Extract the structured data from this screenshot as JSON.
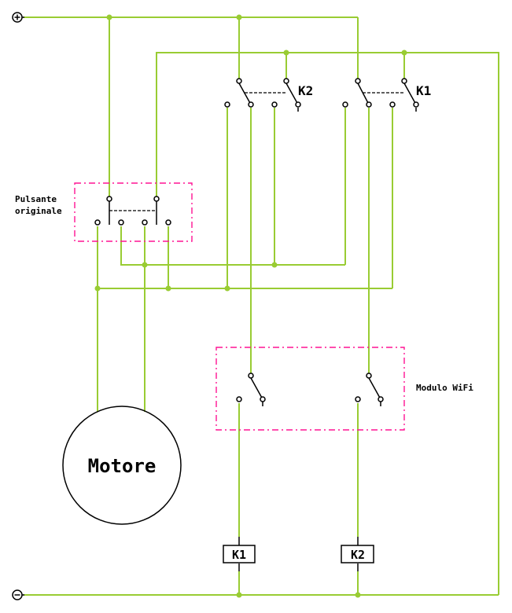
{
  "diagram": {
    "title": "Schema motore con modulo WiFi",
    "terminals": {
      "positive_symbol": "+",
      "negative_symbol": "−"
    },
    "colors": {
      "wire": "#99cc33",
      "group_box": "#ff1493",
      "component": "#000000"
    },
    "labels": {
      "pulsante_line1": "Pulsante",
      "pulsante_line2": "originale",
      "modulo_wifi": "Modulo WiFi",
      "motore": "Motore",
      "relay_contact_k2": "K2",
      "relay_contact_k1": "K1",
      "coil_k1": "K1",
      "coil_k2": "K2"
    },
    "components": [
      {
        "id": "pulsante-originale",
        "type": "double-pole switch",
        "label": "Pulsante originale"
      },
      {
        "id": "relay-contacts-k2",
        "type": "double-pole changeover contacts",
        "label": "K2"
      },
      {
        "id": "relay-contacts-k1",
        "type": "double-pole changeover contacts",
        "label": "K1"
      },
      {
        "id": "modulo-wifi",
        "type": "two changeover contacts",
        "label": "Modulo WiFi"
      },
      {
        "id": "motore",
        "type": "motor",
        "label": "Motore"
      },
      {
        "id": "coil-k1",
        "type": "relay coil",
        "label": "K1"
      },
      {
        "id": "coil-k2",
        "type": "relay coil",
        "label": "K2"
      }
    ]
  }
}
